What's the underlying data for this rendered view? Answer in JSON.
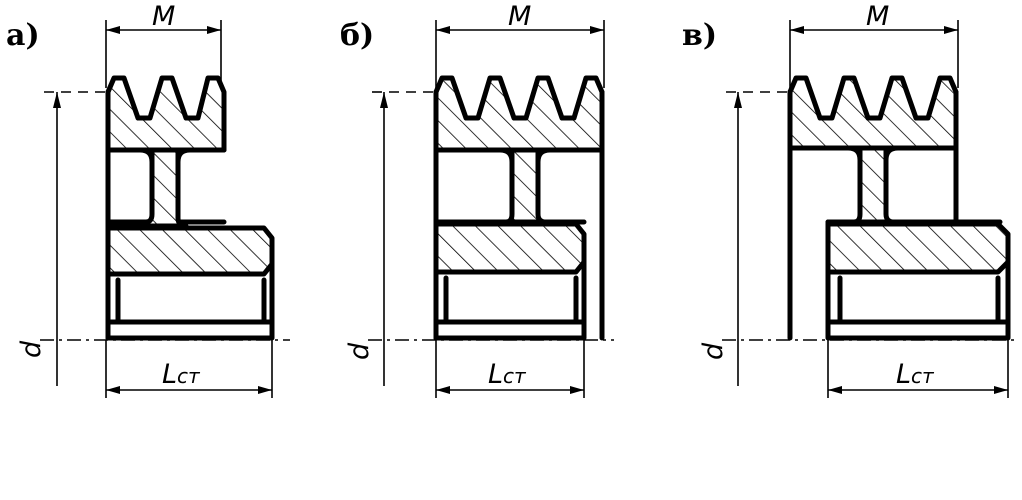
{
  "panels": [
    {
      "id": "a",
      "label": "а)"
    },
    {
      "id": "b",
      "label": "б)"
    },
    {
      "id": "v",
      "label": "в)"
    }
  ],
  "dimensions": {
    "groove_width": "M",
    "diameter": "d",
    "hub_length": "L",
    "hub_length_subscript": "ст"
  },
  "colors": {
    "line": "#000000",
    "background": "#ffffff"
  }
}
